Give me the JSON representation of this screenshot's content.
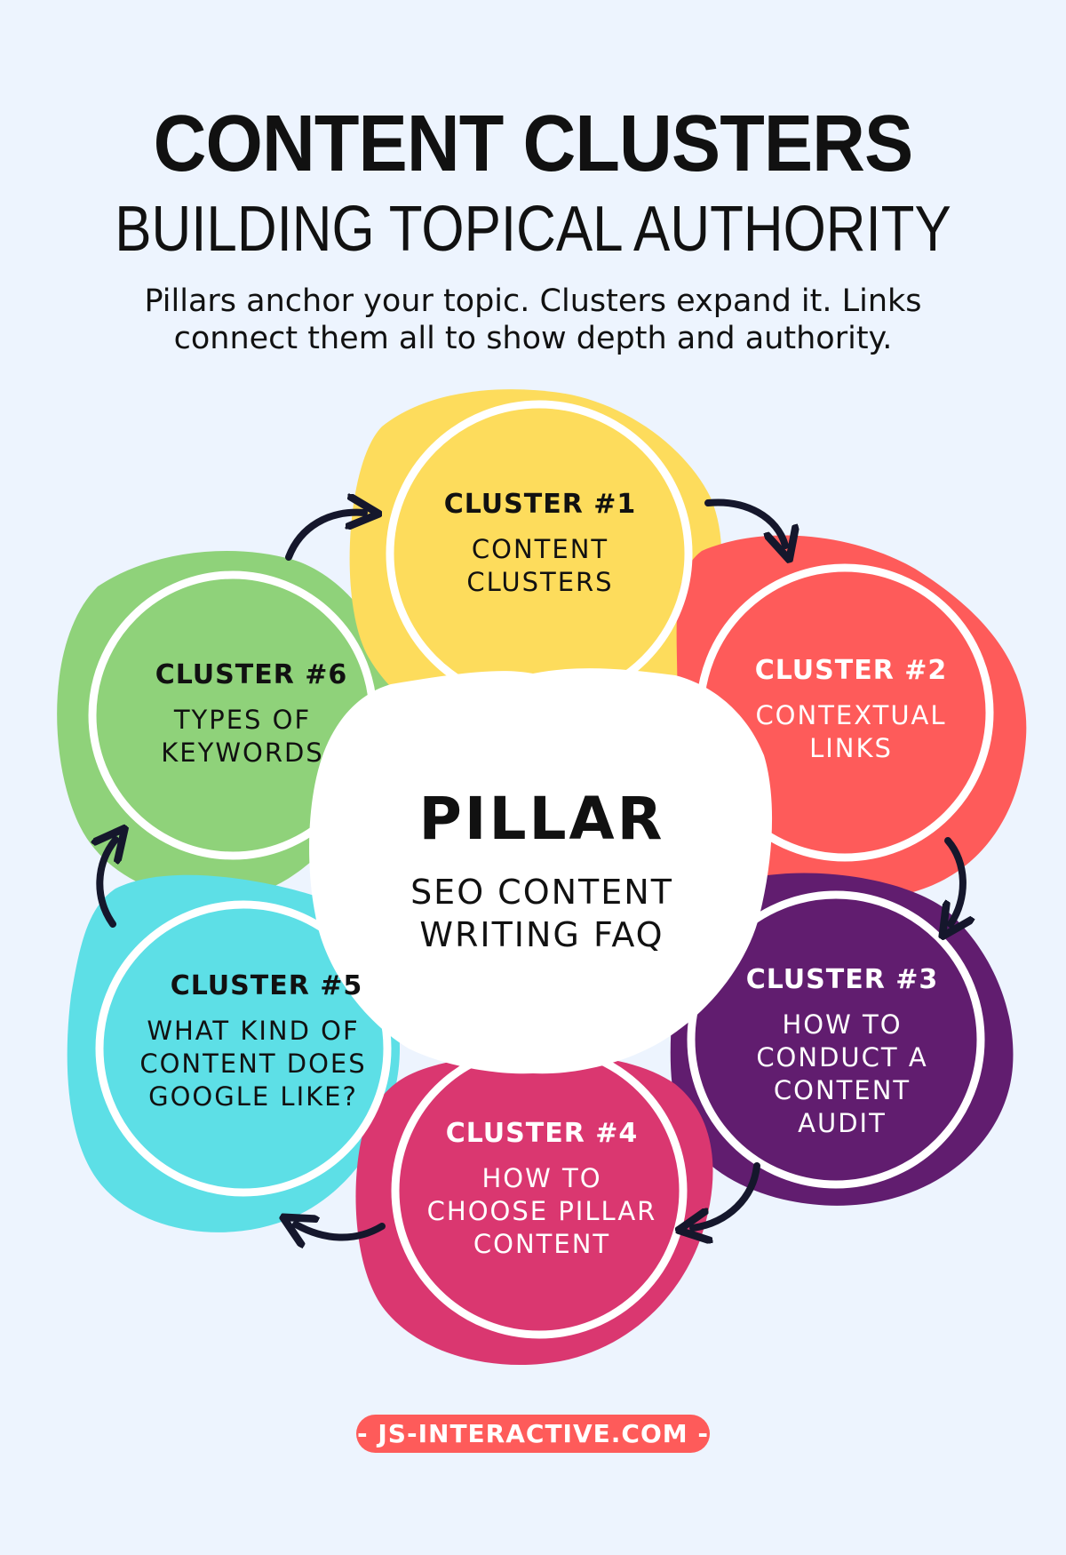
{
  "header": {
    "title": "CONTENT CLUSTERS",
    "subtitle": "BUILDING TOPICAL AUTHORITY",
    "intro": "Pillars anchor your topic. Clusters expand it. Links connect them all to show depth and authority."
  },
  "pillar": {
    "heading": "PILLAR",
    "text": "SEO CONTENT WRITING FAQ"
  },
  "clusters": [
    {
      "heading": "CLUSTER #1",
      "text": "CONTENT CLUSTERS",
      "color": "#fddc5c",
      "text_color": "#111111"
    },
    {
      "heading": "CLUSTER #2",
      "text": "CONTEXTUAL LINKS",
      "color": "#fe5b5a",
      "text_color": "#ffffff"
    },
    {
      "heading": "CLUSTER #3",
      "text": "HOW TO CONDUCT A CONTENT AUDIT",
      "color": "#611d6f",
      "text_color": "#ffffff"
    },
    {
      "heading": "CLUSTER #4",
      "text": "HOW TO CHOOSE PILLAR CONTENT",
      "color": "#da3770",
      "text_color": "#ffffff"
    },
    {
      "heading": "CLUSTER #5",
      "text": "WHAT KIND OF CONTENT DOES GOOGLE LIKE?",
      "color": "#5ddfe6",
      "text_color": "#111111"
    },
    {
      "heading": "CLUSTER #6",
      "text": "TYPES OF KEYWORDS",
      "color": "#8fd27a",
      "text_color": "#111111"
    }
  ],
  "footer": {
    "text": "- JS-INTERACTIVE.COM -",
    "color": "#fe5b5a"
  },
  "colors": {
    "background": "#edf4fe",
    "arrow": "#15172c",
    "ring": "#ffffff"
  }
}
